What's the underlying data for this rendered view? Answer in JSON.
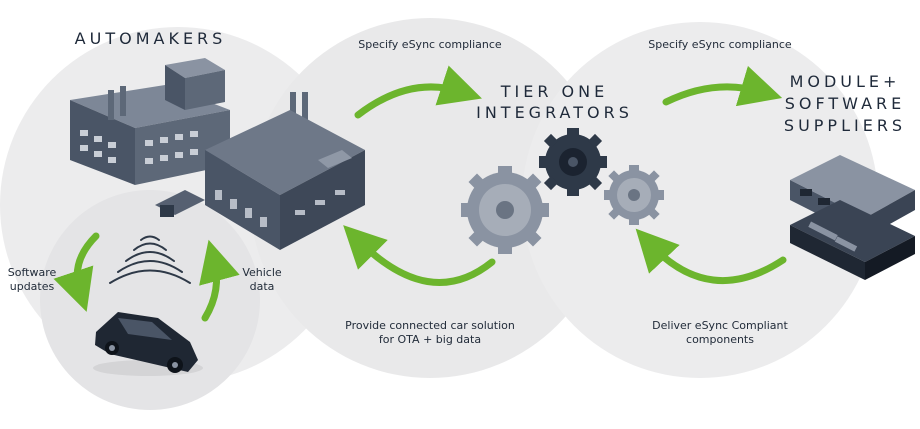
{
  "titles": {
    "automakers": "AUTOMAKERS",
    "tier_one_line1": "TIER ONE",
    "tier_one_line2": "INTEGRATORS",
    "module_line1": "MODULE+",
    "module_line2": "SOFTWARE",
    "module_line3": "SUPPLIERS"
  },
  "labels": {
    "spec_left": "Specify eSync compliance",
    "spec_right": "Specify eSync compliance",
    "provide_line1": "Provide connected car solution",
    "provide_line2": "for OTA + big data",
    "deliver_line1": "Deliver eSync Compliant",
    "deliver_line2": "components",
    "software_line1": "Software",
    "software_line2": "updates",
    "vehicle_line1": "Vehicle",
    "vehicle_line2": "data"
  },
  "colors": {
    "circle": "#ececed",
    "arrow": "#6cb52d",
    "dark": "#2e3948",
    "building": "#4a5566"
  }
}
